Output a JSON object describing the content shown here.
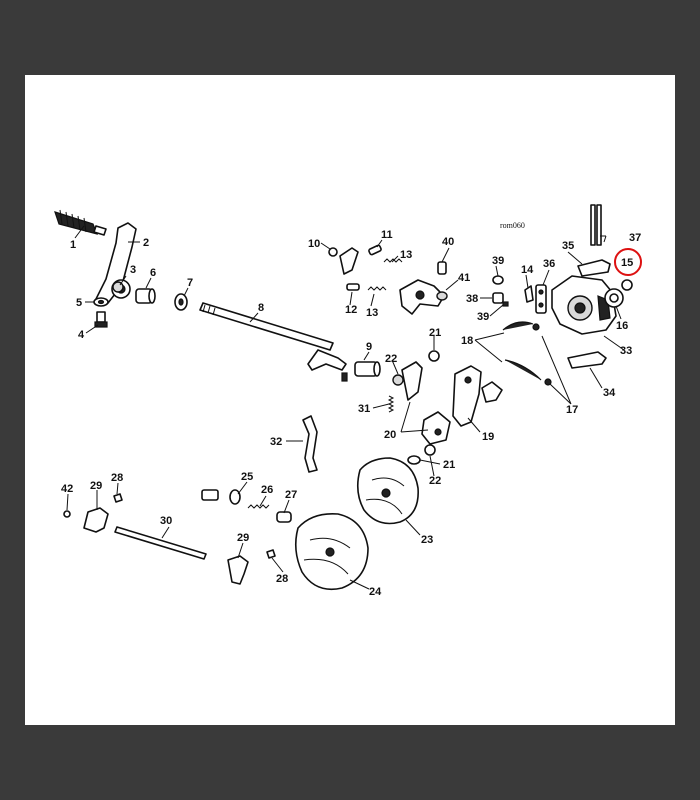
{
  "diagram": {
    "reference_code": "rom060",
    "highlighted_part": "15",
    "highlight_color": "#dd1111",
    "callouts": {
      "c1": "1",
      "c2": "2",
      "c3": "3",
      "c4": "4",
      "c5": "5",
      "c6": "6",
      "c7": "7",
      "c8": "8",
      "c9": "9",
      "c10": "10",
      "c11": "11",
      "c12": "12",
      "c13a": "13",
      "c13b": "13",
      "c14": "14",
      "c15": "15",
      "c16": "16",
      "c17": "17",
      "c18": "18",
      "c19": "19",
      "c20": "20",
      "c21a": "21",
      "c21b": "21",
      "c22a": "22",
      "c22b": "22",
      "c23": "23",
      "c24": "24",
      "c25": "25",
      "c26": "26",
      "c27": "27",
      "c28a": "28",
      "c28b": "28",
      "c29a": "29",
      "c29b": "29",
      "c30": "30",
      "c31": "31",
      "c32": "32",
      "c33": "33",
      "c34": "34",
      "c35": "35",
      "c36": "36",
      "c37": "37",
      "c38": "38",
      "c39a": "39",
      "c39b": "39",
      "c40": "40",
      "c41": "41",
      "c42": "42"
    }
  }
}
